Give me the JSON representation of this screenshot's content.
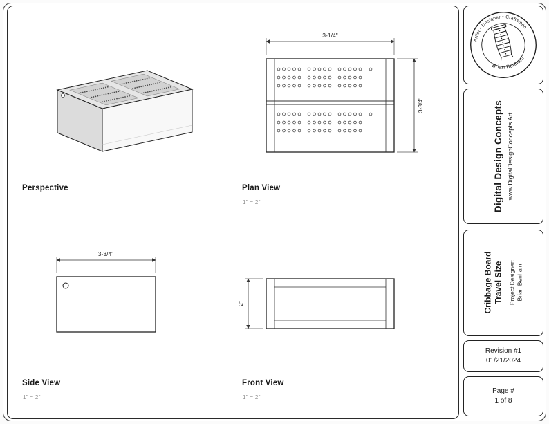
{
  "drawing": {
    "views": {
      "perspective": {
        "label": "Perspective"
      },
      "plan": {
        "label": "Plan View",
        "scale": "1\" = 2\"",
        "dim_width": "3-1/4\"",
        "dim_height": "3-3/4\""
      },
      "side": {
        "label": "Side View",
        "scale": "1\" = 2\"",
        "dim_width": "3-3/4\""
      },
      "front": {
        "label": "Front View",
        "scale": "1\" = 2\"",
        "dim_height": "2\""
      }
    }
  },
  "title_block": {
    "stamp": {
      "top_text": "Artist • Designer • Craftsman",
      "bottom_text": "Brian Benham"
    },
    "company": {
      "name": "Digital Design Concepts",
      "website": "www.DigitalDesignConcepts.Art"
    },
    "project": {
      "title_line1": "Cribbage Board",
      "title_line2": "Travel Size",
      "designer_label": "Project Designer:",
      "designer_name": "Brian Benham"
    },
    "revision": {
      "label": "Revision #1",
      "date": "01/21/2024"
    },
    "page": {
      "label": "Page #",
      "value": "1 of 8"
    }
  },
  "colors": {
    "ink": "#1a1a1a",
    "top_face": "#e6e6e6",
    "panel": "#d2d2d2",
    "side_face": "#dcdcdc"
  }
}
